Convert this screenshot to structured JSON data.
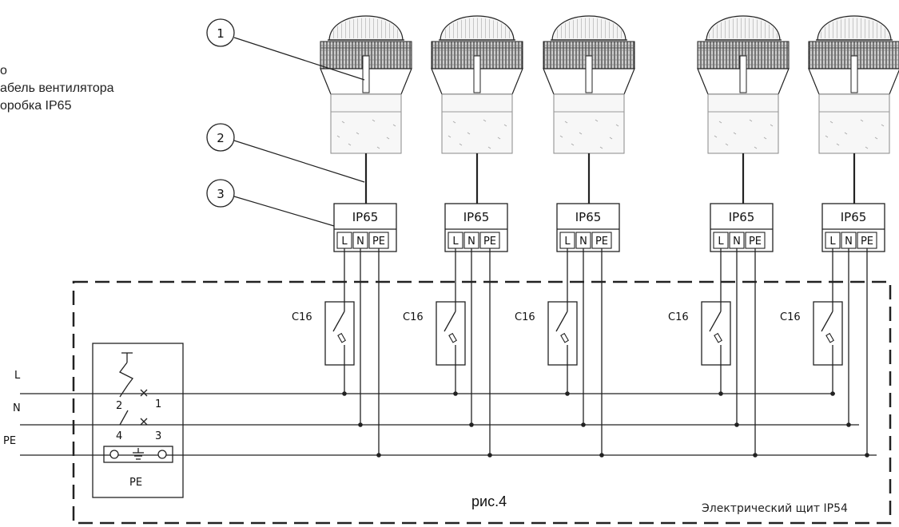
{
  "legend": {
    "items": [
      "о",
      "абель вентилятора",
      "оробка IP65"
    ]
  },
  "callouts": [
    "1",
    "2",
    "3"
  ],
  "fans": {
    "count": 5
  },
  "junction_box": {
    "rating": "IP65",
    "terminals": [
      "L",
      "N",
      "PE"
    ]
  },
  "breakers": {
    "label": "C16"
  },
  "mains": {
    "lines": [
      "L",
      "N",
      "PE"
    ]
  },
  "main_switch": {
    "pins": [
      "2",
      "1",
      "4",
      "3"
    ],
    "pe_label": "PE"
  },
  "panel": {
    "title": "Электрический щит IP54"
  },
  "figure": {
    "caption": "рис.4"
  }
}
